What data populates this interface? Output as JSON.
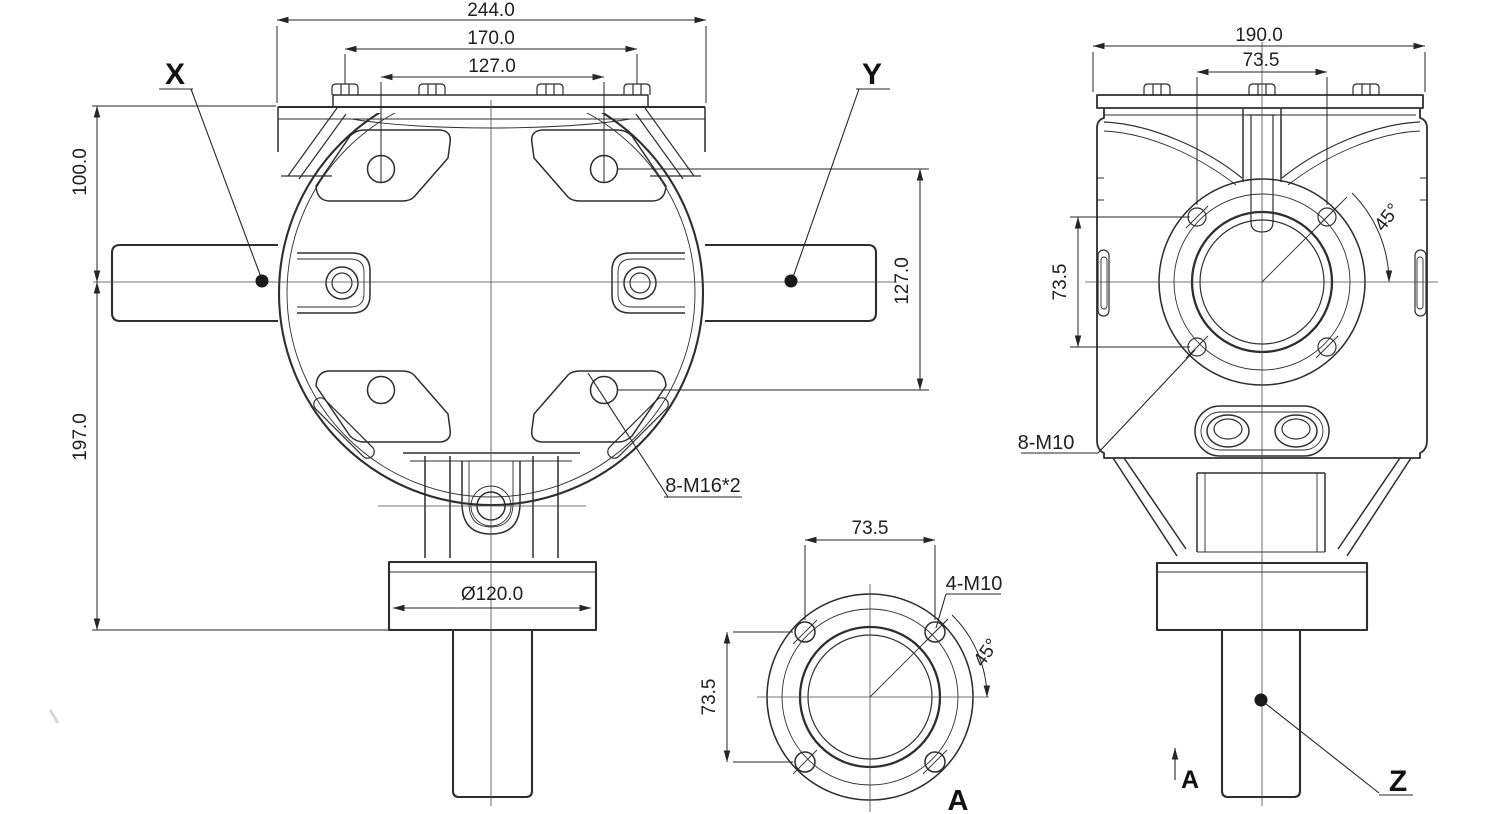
{
  "front_view": {
    "labels": {
      "x_shaft": "X",
      "y_shaft": "Y"
    },
    "dims": {
      "overall_width": "244.0",
      "bolt_spacing": "170.0",
      "hole_spacing_h": "127.0",
      "top_to_shaft_center": "100.0",
      "shaft_center_to_base": "197.0",
      "hole_spacing_v": "127.0",
      "flange_diameter": "Ø120.0",
      "thread_callout": "8-M16*2"
    }
  },
  "side_view": {
    "labels": {
      "z_shaft": "Z",
      "view_arrow": "A"
    },
    "dims": {
      "overall_width": "190.0",
      "screw_spacing_h": "73.5",
      "screw_spacing_v": "73.5",
      "screw_angle": "45°",
      "thread_callout": "8-M10"
    }
  },
  "view_a": {
    "labels": {
      "view_title": "A"
    },
    "dims": {
      "hole_spacing_h": "73.5",
      "hole_spacing_v": "73.5",
      "hole_angle": "45°",
      "thread_callout": "4-M10"
    }
  },
  "colors": {
    "line": "#2e2e2e",
    "dim_line": "#262626",
    "text": "#1f1f1f",
    "background": "#ffffff"
  }
}
